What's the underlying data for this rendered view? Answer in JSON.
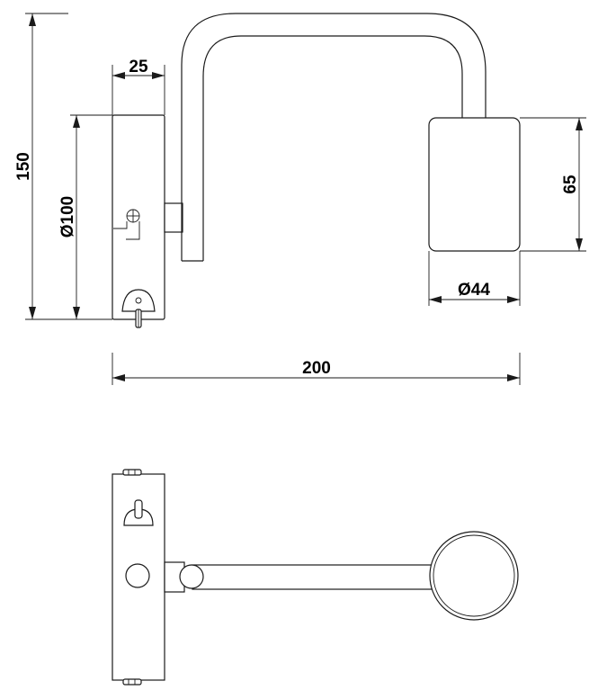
{
  "dimensions": {
    "height_overall": "150",
    "depth_plate": "25",
    "plate_diameter": "Ø100",
    "shade_height": "65",
    "shade_diameter": "Ø44",
    "projection": "200"
  }
}
